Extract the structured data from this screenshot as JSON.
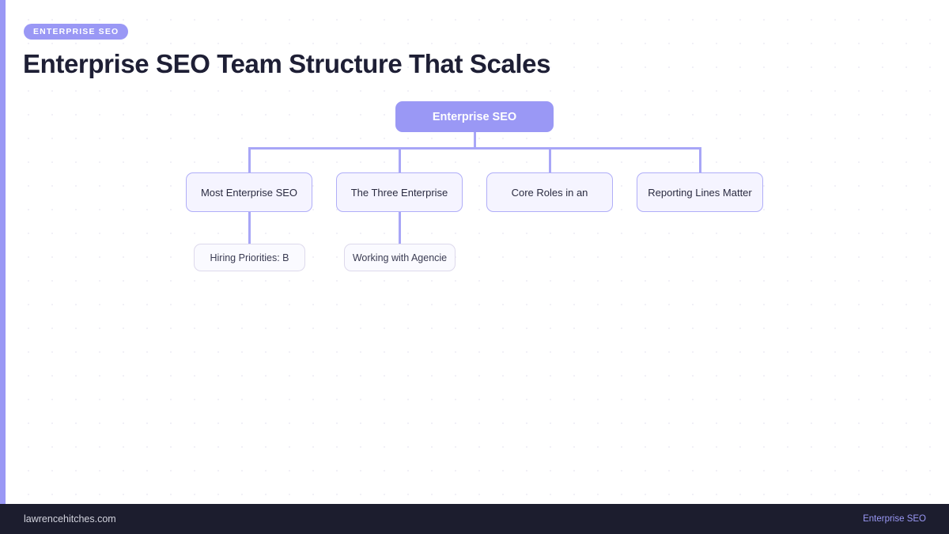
{
  "header": {
    "badge": "ENTERPRISE SEO",
    "title": "Enterprise SEO Team Structure That Scales"
  },
  "diagram": {
    "root": {
      "label": "Enterprise SEO"
    },
    "level2": [
      {
        "label": "Most Enterprise SEO"
      },
      {
        "label": "The Three Enterprise"
      },
      {
        "label": "Core Roles in an"
      },
      {
        "label": "Reporting Lines Matter"
      }
    ],
    "level3": [
      {
        "label": "Hiring Priorities:  B"
      },
      {
        "label": "Working with Agencie"
      }
    ]
  },
  "footer": {
    "site": "lawrencehitches.com",
    "topic": "Enterprise SEO"
  },
  "colors": {
    "accent": "#9a98f5",
    "node_border": "#b0aef8",
    "node_fill": "#f5f4ff",
    "leaf_border": "#ddd9ec",
    "leaf_fill": "#fafaff",
    "title": "#1e1f35",
    "footer_bg": "#1c1d2e",
    "footer_text": "#d3d4de"
  }
}
